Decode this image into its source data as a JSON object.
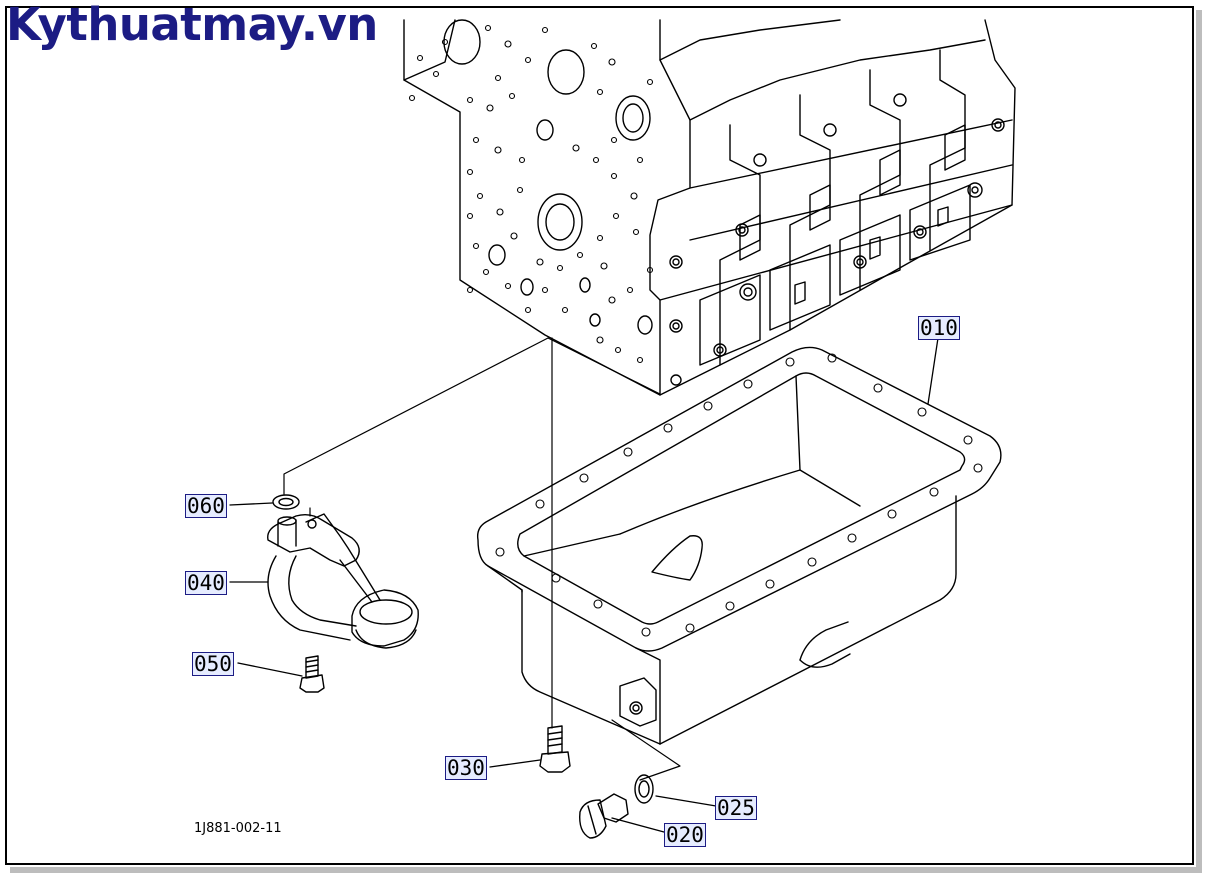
{
  "watermark": "Kythuatmay.vn",
  "figure_ref": "1J881-002-11",
  "colors": {
    "watermark": "#1c1c84",
    "callout_fill": "#e6ecff",
    "line": "#000000"
  },
  "callouts": [
    {
      "id": "010",
      "label": "010",
      "part": "oil-pan"
    },
    {
      "id": "020",
      "label": "020",
      "part": "drain-plug"
    },
    {
      "id": "025",
      "label": "025",
      "part": "gasket-ring"
    },
    {
      "id": "030",
      "label": "030",
      "part": "pan-bolt"
    },
    {
      "id": "040",
      "label": "040",
      "part": "oil-strainer-pipe"
    },
    {
      "id": "050",
      "label": "050",
      "part": "strainer-bolt"
    },
    {
      "id": "060",
      "label": "060",
      "part": "o-ring"
    }
  ]
}
